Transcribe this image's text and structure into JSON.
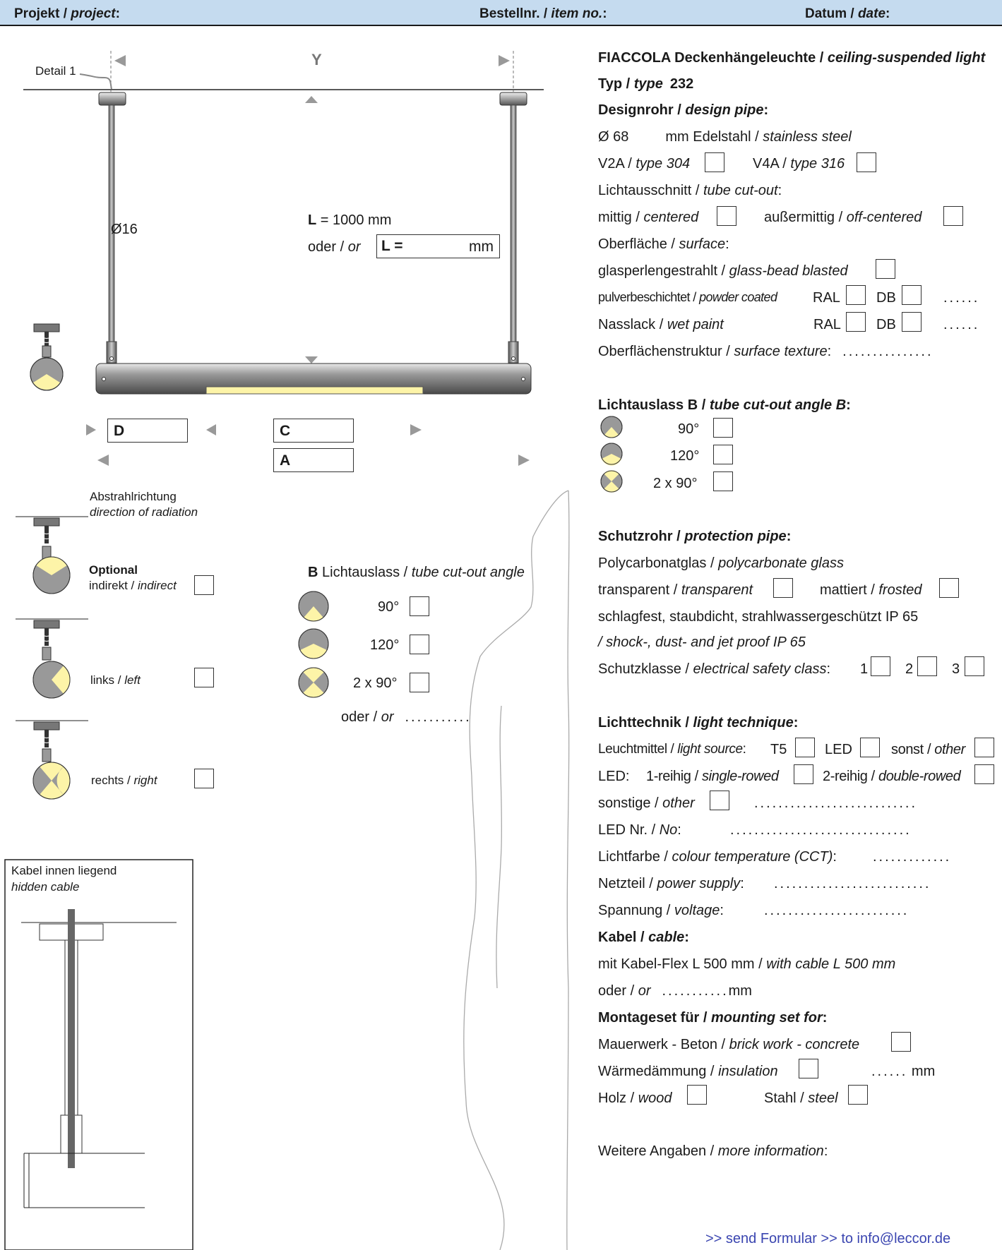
{
  "header": {
    "project": "Projekt / ",
    "project_en": "project",
    "item_no": "Bestellnr. / ",
    "item_no_en": "item no.",
    "date": "Datum / ",
    "date_en": "date",
    "colon": ":"
  },
  "drawing": {
    "detail": "Detail 1",
    "y_label": "Y",
    "diameter": "Ø16",
    "l_bold": "L",
    "l_value": " = 1000 mm",
    "or_de": "oder / ",
    "or_en": "or",
    "l_field_label": "L =",
    "l_field_unit": "mm",
    "d_label": "D",
    "c_label": "C",
    "a_label": "A"
  },
  "radiation": {
    "title_de": "Abstrahlrichtung",
    "title_en": "direction of radiation",
    "optional": "Optional",
    "indirect_de": "indirekt / ",
    "indirect_en": "indirect",
    "left_de": "links / ",
    "left_en": "left",
    "right_de": "rechts / ",
    "right_en": "right"
  },
  "angle": {
    "b": "B",
    "title_de": " Lichtauslass / ",
    "title_en": "tube cut-out angle",
    "a90": "90°",
    "a120": "120°",
    "a2x90": "2 x 90°",
    "or_de": "oder / ",
    "or_en": "or",
    "dots": "..........."
  },
  "cable_detail": {
    "title_de": "Kabel innen liegend",
    "title_en": "hidden cable"
  },
  "spec": {
    "product_bold": "FIACCOLA",
    "product_de": " Deckenhängeleuchte / ",
    "product_en": "ceiling-suspended light",
    "type_de": "Typ / ",
    "type_en": "type",
    "type_no": "232",
    "pipe_de": "Designrohr / ",
    "pipe_en": "design pipe",
    "diam_sym": "Ø",
    "diam_val": "68",
    "diam_rest": "mm  Edelstahl / ",
    "diam_en": "stainless steel",
    "v2a": "V2A / ",
    "v2a_en": "type 304",
    "v4a": "V4A / ",
    "v4a_en": "type 316",
    "cutout_de": "Lichtausschnitt / ",
    "cutout_en": "tube cut-out",
    "centered_de": "mittig / ",
    "centered_en": "centered",
    "offc_de": "außermittig / ",
    "offc_en": "off-centered",
    "surface_de": "Oberfläche / ",
    "surface_en": "surface",
    "glass_de": "glasperlengestrahlt / ",
    "glass_en": "glass-bead blasted",
    "powder_de": "pulverbeschichtet / ",
    "powder_en": "powder coated",
    "ral": "RAL",
    "db": "DB",
    "wet_de": "Nasslack / ",
    "wet_en": "wet paint",
    "dots6": "......",
    "texture_de": "Oberflächenstruktur / ",
    "texture_en": "surface texture",
    "dots_tex": "...............",
    "angle_b_de": "Lichtauslass B / ",
    "angle_b_en": "tube cut-out angle B",
    "a90": "90°",
    "a120": "120°",
    "a2x90": "2 x 90°",
    "prot_de": "Schutzrohr / ",
    "prot_en": "protection pipe",
    "poly_de": "Polycarbonatglas / ",
    "poly_en": "polycarbonate glass",
    "transp_de": "transparent / ",
    "transp_en": "transparent",
    "frost_de": "mattiert / ",
    "frost_en": "frosted",
    "shock_de": "schlagfest, staubdicht, strahlwassergeschützt IP 65",
    "shock_en": "/ shock-, dust- and jet proof IP 65",
    "class_de": "Schutzklasse / ",
    "class_en": "electrical safety class",
    "c1": "1",
    "c2": "2",
    "c3": "3",
    "light_de": "Lichttechnik / ",
    "light_en": "light technique",
    "source_de": "Leuchtmittel / ",
    "source_en": "light source",
    "t5": "T5",
    "led": "LED",
    "other_de": "sonst / ",
    "other_en": "other",
    "led_label": "LED:",
    "single_de": "1-reihig / ",
    "single_en": "single-rowed",
    "double_de": "2-reihig / ",
    "double_en": "double-rowed",
    "sonstige_de": "sonstige / ",
    "sonstige_en": "other",
    "dots_long": "...........................",
    "ledno_de": "LED Nr. / ",
    "ledno_en": "No",
    "dots_ledno": "..............................",
    "cct_de": "Lichtfarbe / ",
    "cct_en": "colour temperature (CCT)",
    "dots_cct": ".............",
    "psu_de": "Netzteil / ",
    "psu_en": "power supply",
    "dots_psu": "..........................",
    "volt_de": "Spannung / ",
    "volt_en": "voltage",
    "dots_volt": "........................",
    "cable_de": "Kabel / ",
    "cable_en": "cable",
    "flex_de": "mit Kabel-Flex  L 500 mm / ",
    "flex_en": "with cable L 500 mm",
    "oder": "oder / ",
    "or": "or",
    "dots_mm": "...........",
    "mm": "mm",
    "mount_de": "Montageset für / ",
    "mount_en": "mounting set for",
    "brick_de": "Mauerwerk - Beton / ",
    "brick_en": "brick work - concrete",
    "insul_de": "Wärmedämmung / ",
    "insul_en": "insulation",
    "wood_de": "Holz / ",
    "wood_en": "wood",
    "steel_de": "Stahl / ",
    "steel_en": "steel",
    "more_de": "Weitere Angaben / ",
    "more_en": "more information",
    "send": ">> send Formular  >>  to info@leccor.de"
  }
}
